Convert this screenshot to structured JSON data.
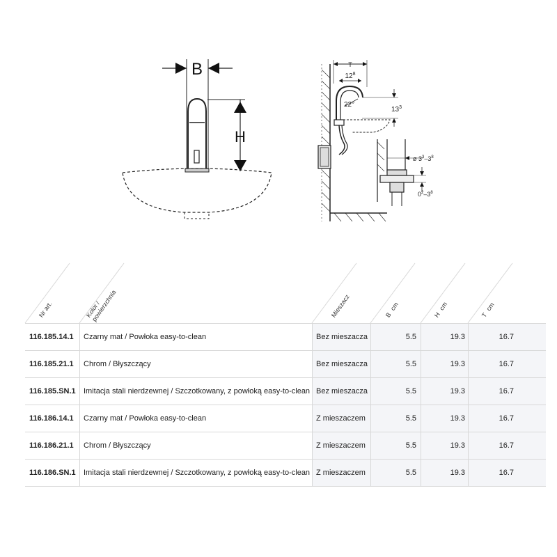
{
  "drawing": {
    "label_b": "B",
    "label_h": "H",
    "label_t": "T",
    "dim_12": "12",
    "dim_12_sup": "8",
    "dim_22": "22°",
    "dim_13": "13",
    "dim_13_sup": "3",
    "dim_o": "ø 3",
    "dim_o_sup": "3",
    "dim_o_dash": "–3",
    "dim_o_sup2": "8",
    "dim_0": "0",
    "dim_0_sup": "2",
    "dim_0_dash": "–3",
    "dim_0_sup2": "8"
  },
  "table": {
    "headers": {
      "art": "Nr art.",
      "color_l1": "Kolor /",
      "color_l2": "powierzchnia",
      "mixer": "Mieszacz",
      "b": "B",
      "b_unit": "cm",
      "h": "H",
      "h_unit": "cm",
      "t": "T",
      "t_unit": "cm"
    },
    "rows": [
      {
        "art": "116.185.14.1",
        "color": "Czarny mat / Powłoka easy-to-clean",
        "mixer": "Bez mieszacza",
        "b": "5.5",
        "h": "19.3",
        "t": "16.7"
      },
      {
        "art": "116.185.21.1",
        "color": "Chrom / Błyszczący",
        "mixer": "Bez mieszacza",
        "b": "5.5",
        "h": "19.3",
        "t": "16.7"
      },
      {
        "art": "116.185.SN.1",
        "color": "Imitacja stali nierdzewnej / Szczotkowany, z powłoką easy-to-clean",
        "mixer": "Bez mieszacza",
        "b": "5.5",
        "h": "19.3",
        "t": "16.7"
      },
      {
        "art": "116.186.14.1",
        "color": "Czarny mat / Powłoka easy-to-clean",
        "mixer": "Z mieszaczem",
        "b": "5.5",
        "h": "19.3",
        "t": "16.7"
      },
      {
        "art": "116.186.21.1",
        "color": "Chrom / Błyszczący",
        "mixer": "Z mieszaczem",
        "b": "5.5",
        "h": "19.3",
        "t": "16.7"
      },
      {
        "art": "116.186.SN.1",
        "color": "Imitacja stali nierdzewnej / Szczotkowany, z powłoką easy-to-clean",
        "mixer": "Z mieszaczem",
        "b": "5.5",
        "h": "19.3",
        "t": "16.7"
      }
    ]
  }
}
